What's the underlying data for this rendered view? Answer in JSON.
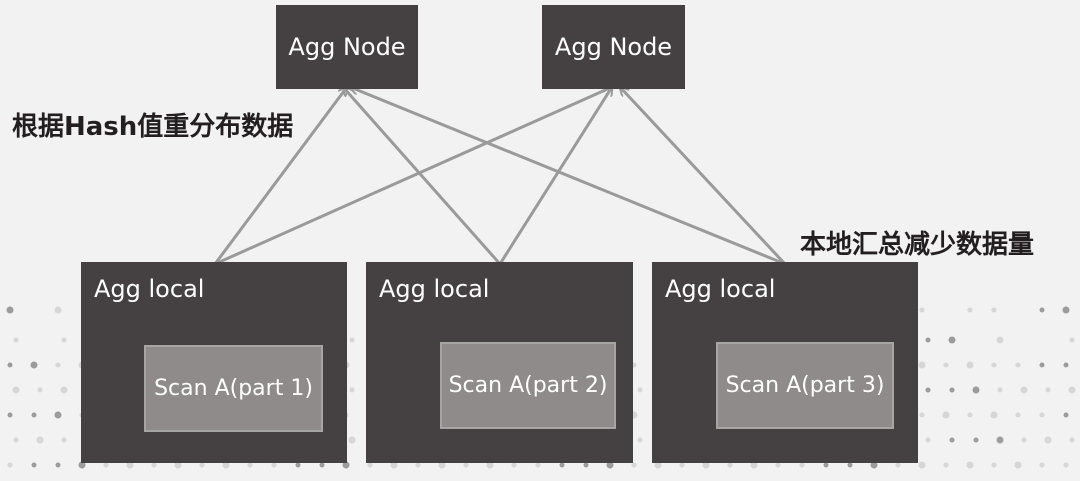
{
  "agg_nodes": [
    {
      "label": "Agg Node"
    },
    {
      "label": "Agg Node"
    }
  ],
  "agg_locals": [
    {
      "label": "Agg local",
      "scan": "Scan A(part 1)"
    },
    {
      "label": "Agg local",
      "scan": "Scan A(part 2)"
    },
    {
      "label": "Agg local",
      "scan": "Scan A(part 3)"
    }
  ],
  "annotations": {
    "redistribute": "根据Hash值重分布数据",
    "local_aggregate": "本地汇总减少数据量"
  },
  "edges": [
    {
      "from": "agg-local-1",
      "to": "agg-node-1"
    },
    {
      "from": "agg-local-1",
      "to": "agg-node-2"
    },
    {
      "from": "agg-local-2",
      "to": "agg-node-1"
    },
    {
      "from": "agg-local-2",
      "to": "agg-node-2"
    },
    {
      "from": "agg-local-3",
      "to": "agg-node-1"
    },
    {
      "from": "agg-local-3",
      "to": "agg-node-2"
    }
  ],
  "colors": {
    "box_dark": "#454041",
    "box_scan": "#8f8b8b",
    "arrow": "#9a9a9a",
    "background": "#f2f2f2"
  }
}
